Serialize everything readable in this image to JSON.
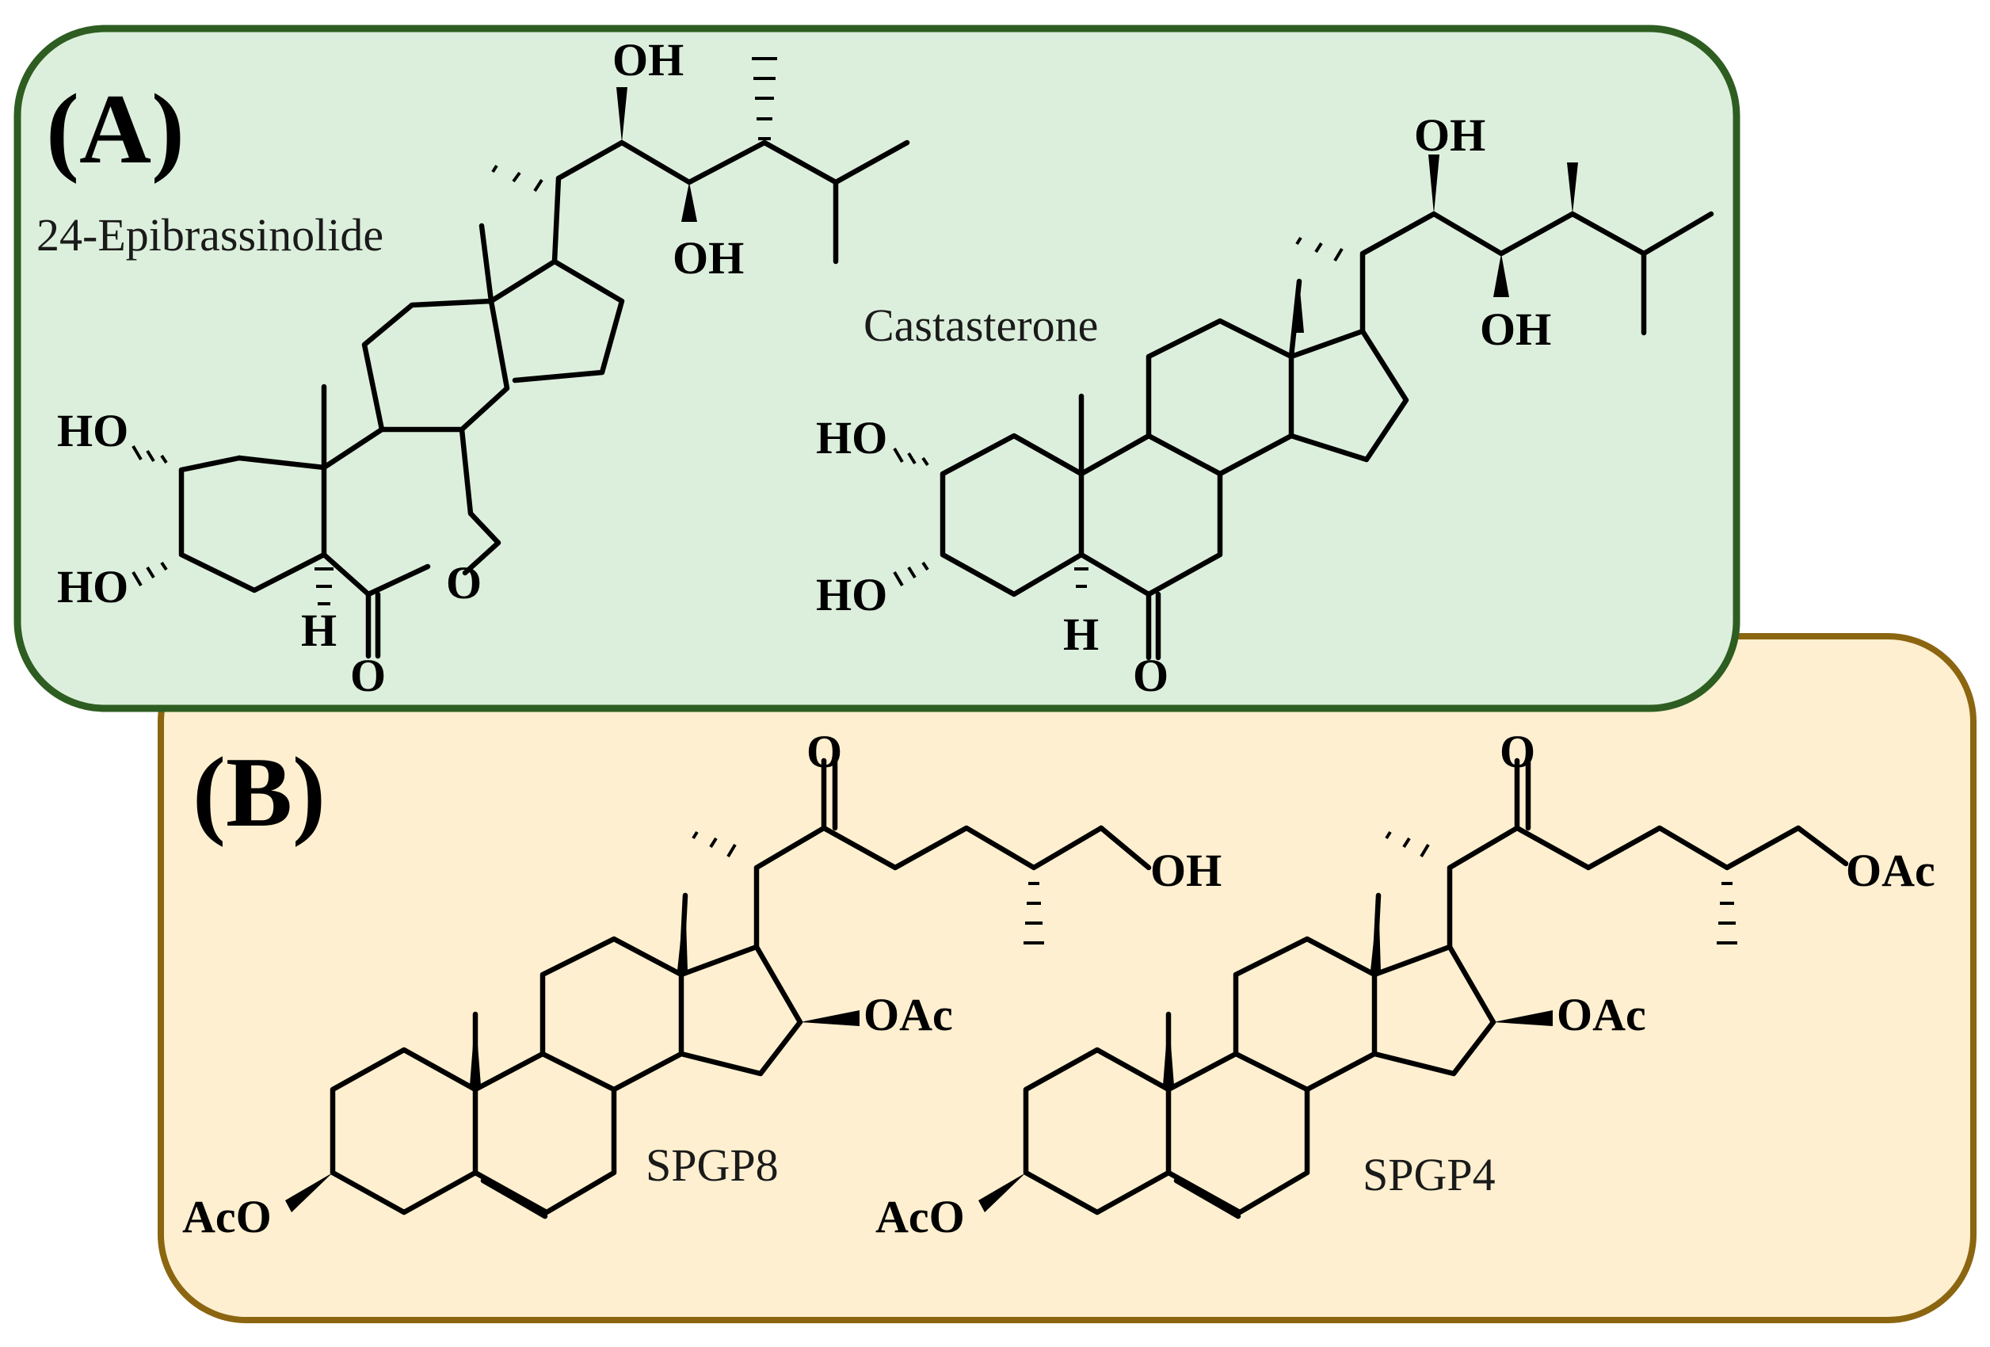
{
  "panels": {
    "a": {
      "label": "(A)",
      "fill": "#dcefdc",
      "border": "#2e5d21"
    },
    "b": {
      "label": "(B)",
      "fill": "#fdefcf",
      "border": "#8b6510"
    }
  },
  "compounds": {
    "epibrassinolide": "24-Epibrassinolide",
    "castasterone": "Castasterone",
    "spgp8": "SPGP8",
    "spgp4": "SPGP4"
  },
  "atoms": {
    "oh": "OH",
    "ho": "HO",
    "h": "H",
    "o": "O",
    "oac": "OAc",
    "aco": "AcO"
  }
}
